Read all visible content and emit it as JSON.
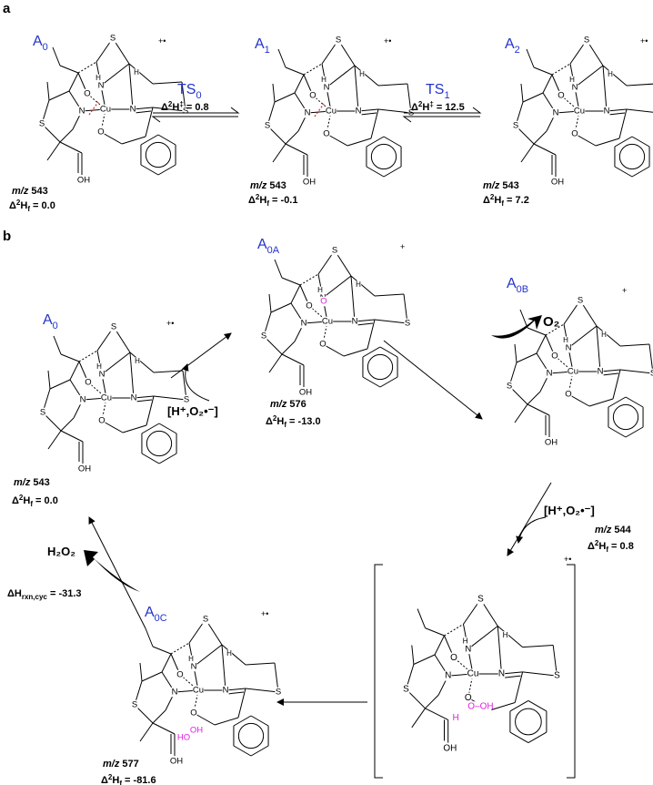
{
  "colors": {
    "species_label": "#2233cc",
    "oxygen_highlight": "#e020e0",
    "bond_break": "#e02020",
    "line": "#000000"
  },
  "panel_a": {
    "label": "a",
    "species": [
      {
        "name": "A",
        "sub": "0",
        "charge": "+•",
        "mz": "543",
        "dhf_value": "0.0"
      },
      {
        "name": "A",
        "sub": "1",
        "charge": "+•",
        "mz": "543",
        "dhf_value": "-0.1"
      },
      {
        "name": "A",
        "sub": "2",
        "charge": "+•",
        "mz": "543",
        "dhf_value": "7.2"
      }
    ],
    "transitions": [
      {
        "name": "TS",
        "sub": "0",
        "barrier": "0.8"
      },
      {
        "name": "TS",
        "sub": "1",
        "barrier": "12.5"
      }
    ]
  },
  "panel_b": {
    "label": "b",
    "species": [
      {
        "name": "A",
        "sub": "0",
        "charge": "+•",
        "mz": "543",
        "dhf_value": "0.0"
      },
      {
        "name": "A",
        "sub": "0A",
        "charge": "+",
        "mz": "576",
        "dhf_value": "-13.0"
      },
      {
        "name": "A",
        "sub": "0B",
        "charge": "+",
        "mz": "544",
        "dhf_value": "0.8"
      },
      {
        "name": "",
        "sub": "",
        "charge": "+•",
        "mz": "",
        "dhf_value": ""
      },
      {
        "name": "A",
        "sub": "0C",
        "charge": "+•",
        "mz": "577",
        "dhf_value": "-81.6"
      }
    ],
    "reagent_1": "[H⁺,O₂•⁻]",
    "reagent_2": "[H⁺,O₂•⁻]",
    "product_o2": "O₂",
    "product_h2o2": "H₂O₂",
    "cycle_enthalpy_sub": "rxn,cyc",
    "cycle_enthalpy_value": "-31.3"
  },
  "atoms": {
    "S": "S",
    "N": "N",
    "O": "O",
    "Cu": "Cu",
    "OH": "OH",
    "HO": "HO",
    "H": "H",
    "OOH": "O–OH"
  }
}
